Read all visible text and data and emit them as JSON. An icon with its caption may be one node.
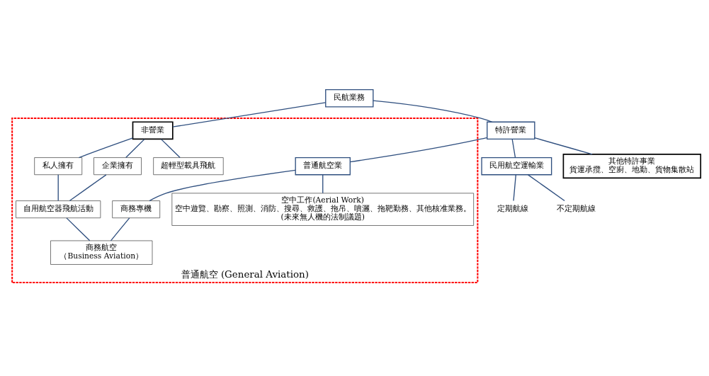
{
  "diagram": {
    "nodes": [
      {
        "text": [
          "民航業務"
        ]
      },
      {
        "text": [
          "特許營業"
        ]
      },
      {
        "text": [
          "普通航空 (General Aviation)"
        ]
      },
      {
        "text": [
          "非營業"
        ],
        "in": 2
      },
      {
        "text": [
          "民用航空運輸業"
        ]
      },
      {
        "text": [
          "普通航空業"
        ],
        "in": 2
      },
      {
        "text": [
          "私人擁有"
        ],
        "in": 2
      },
      {
        "text": [
          "企業擁有"
        ],
        "in": 2
      },
      {
        "text": [
          "超輕型載具飛航"
        ],
        "in": 2
      },
      {
        "text": [
          "定期航線"
        ]
      },
      {
        "text": [
          "不定期航線"
        ]
      },
      {
        "text": [
          "空中工作(Aerial Work)",
          "空中遊覽、勘察、照測、消防、搜尋、救護、拖吊、噴灑、拖靶勤務、其他核准業務。",
          "(未來無人機的法制議題)"
        ],
        "in": 2
      },
      {
        "text": [
          "商務專機"
        ],
        "in": 2
      },
      {
        "text": [
          "自用航空器飛航活動"
        ],
        "in": 2
      },
      {
        "text": [
          "商務航空",
          "（Business Aviation）"
        ],
        "in": 2
      },
      {
        "text": [
          "其他特許事業",
          "貨運承攬、空廚、地勤、貨物集散站"
        ]
      }
    ],
    "edges": [
      {
        "from": 0,
        "to": 1,
        "arrow": "none"
      },
      {
        "from": 0,
        "to": 3,
        "arrow": "none"
      },
      {
        "from": 1,
        "to": 4,
        "arrow": "none"
      },
      {
        "from": 1,
        "to": 5,
        "arrow": "none"
      },
      {
        "from": 1,
        "to": 15,
        "arrow": "none"
      },
      {
        "from": 3,
        "to": 6,
        "arrow": "none"
      },
      {
        "from": 3,
        "to": 7,
        "arrow": "none"
      },
      {
        "from": 3,
        "to": 8,
        "arrow": "none"
      },
      {
        "from": 4,
        "to": 9,
        "arrow": "none"
      },
      {
        "from": 4,
        "to": 10,
        "arrow": "none"
      },
      {
        "from": 5,
        "to": 11,
        "arrow": "none"
      },
      {
        "from": 5,
        "to": 12,
        "arrow": "none"
      },
      {
        "from": 6,
        "to": 13,
        "arrow": "none"
      },
      {
        "from": 7,
        "to": 13,
        "arrow": "none"
      },
      {
        "from": 12,
        "to": 14,
        "arrow": "none"
      },
      {
        "from": 13,
        "to": 14,
        "arrow": "none"
      }
    ]
  }
}
